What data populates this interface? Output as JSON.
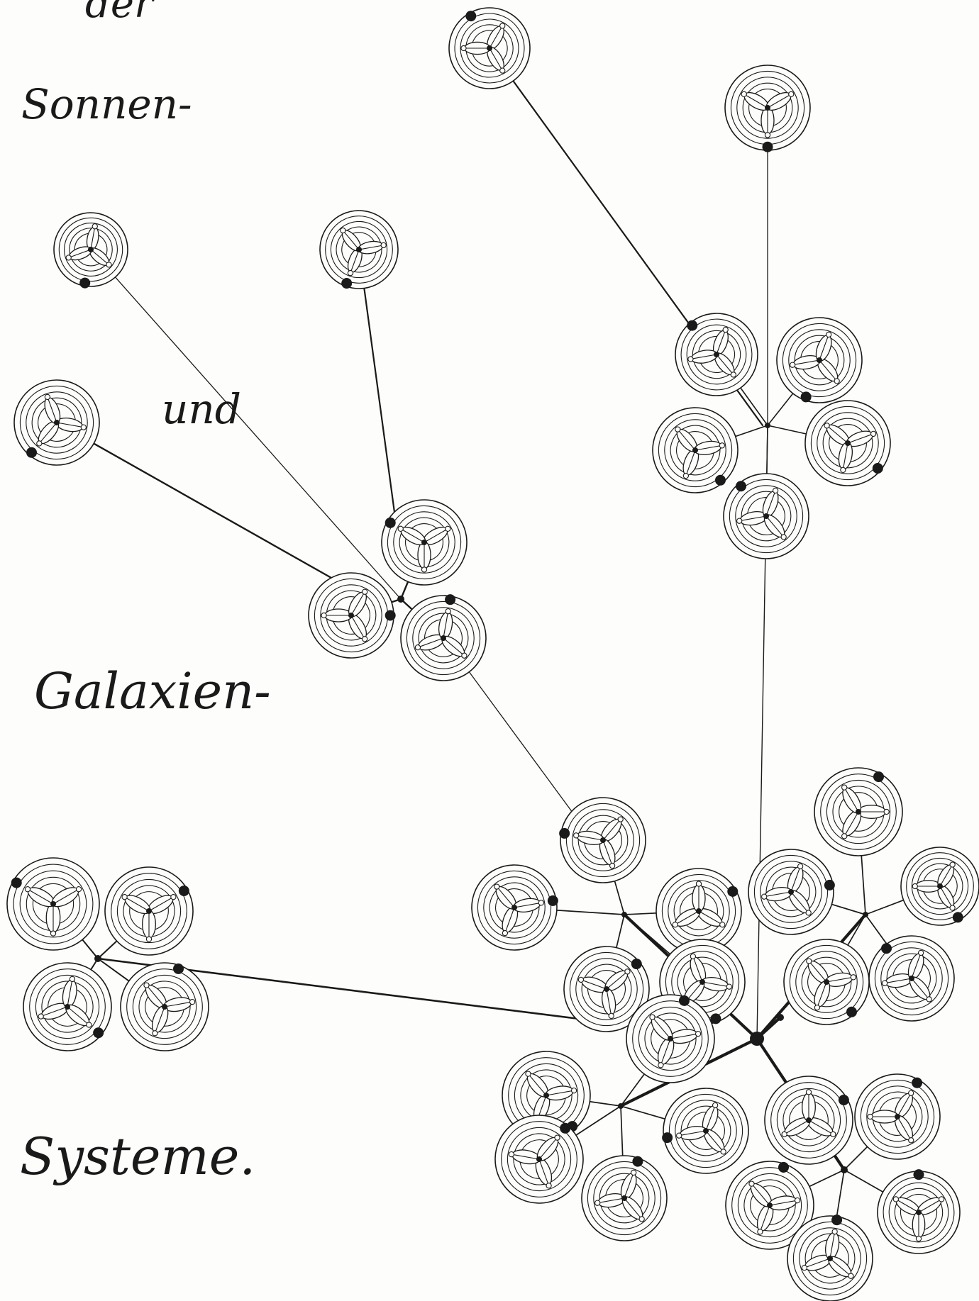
{
  "words": {
    "der": "der",
    "sonnen": "Sonnen-",
    "und": "und",
    "galaxien": "Galaxien-",
    "systeme": "Systeme."
  },
  "colors": {
    "ink": "#1a1a1a",
    "paper": "#fdfdfb"
  }
}
